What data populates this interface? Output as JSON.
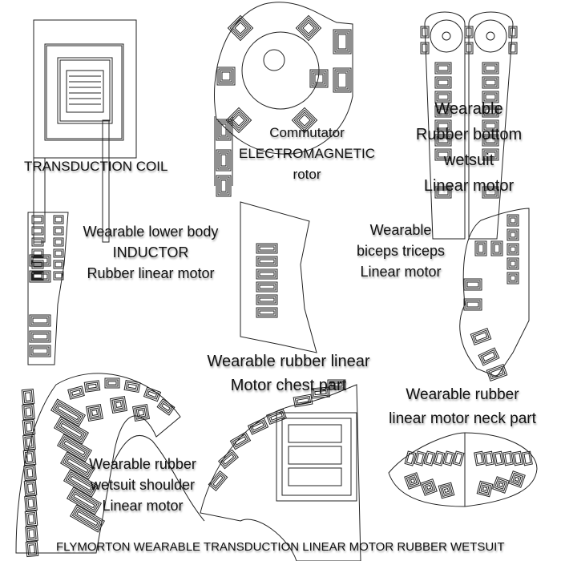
{
  "labels": {
    "transduction_coil": "TRANSDUCTION  COIL",
    "rotor": [
      "Commutator",
      "ELECTROMAGNETIC",
      "rotor"
    ],
    "bottom": [
      "Wearable",
      "Rubber bottom",
      "wetsuit",
      "Linear motor"
    ],
    "lower_body": [
      "Wearable lower body",
      "INDUCTOR",
      "Rubber linear motor"
    ],
    "biceps": [
      "Wearable",
      "biceps triceps",
      "Linear motor"
    ],
    "chest": [
      "Wearable rubber linear",
      "Motor chest part"
    ],
    "neck": [
      "Wearable rubber",
      "linear motor neck part"
    ],
    "shoulder": [
      "Wearable rubber",
      "wetsuit shoulder",
      "Linear motor"
    ],
    "footer": "FLYMORTON WEARABLE TRANSDUCTION LINEAR MOTOR RUBBER WETSUIT"
  }
}
